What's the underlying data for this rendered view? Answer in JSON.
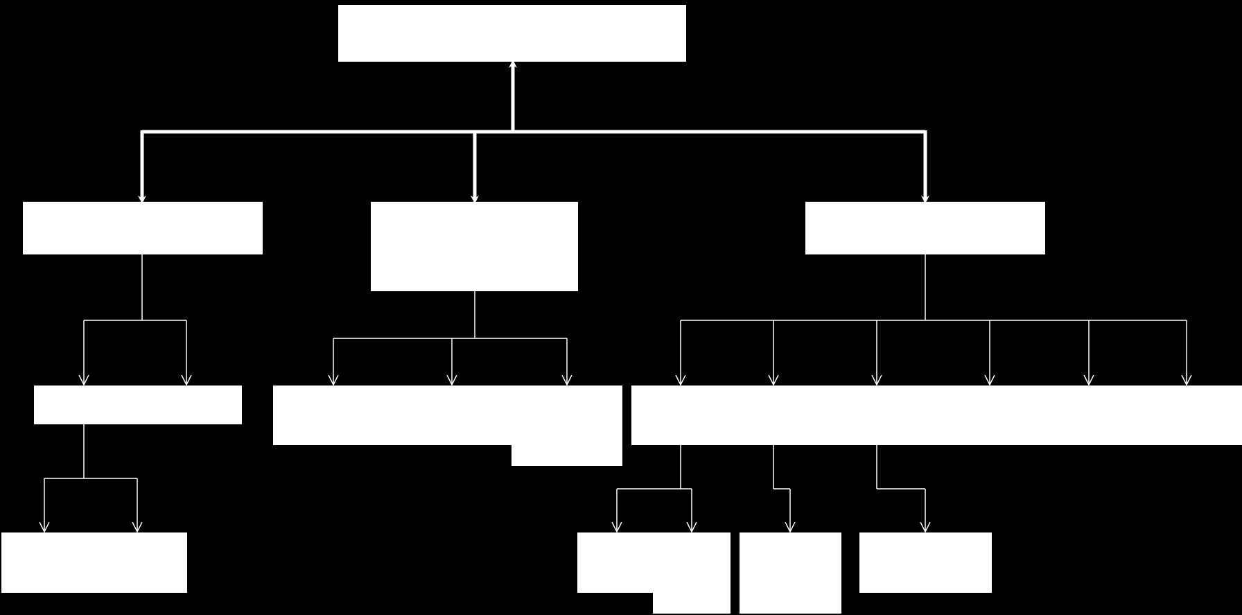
{
  "diagram": {
    "background": "#000000",
    "box_fill": "#ffffff",
    "connector_color": "#ffffff",
    "text_color": "#000000",
    "nodes": [
      {
        "id": "root",
        "level": 0,
        "lines": []
      },
      {
        "id": "branch-left",
        "level": 1,
        "lines": []
      },
      {
        "id": "branch-middle",
        "level": 1,
        "lines": []
      },
      {
        "id": "branch-right",
        "level": 1,
        "lines": []
      },
      {
        "id": "left-child",
        "level": 2,
        "lines": []
      },
      {
        "id": "middle-children",
        "level": 2,
        "lines": []
      },
      {
        "id": "right-children",
        "level": 2,
        "lines": []
      },
      {
        "id": "left-grandchild",
        "level": 3,
        "lines": []
      },
      {
        "id": "right-grandchild-a",
        "level": 3,
        "lines": []
      },
      {
        "id": "right-grandchild-b",
        "level": 3,
        "lines": []
      },
      {
        "id": "right-grandchild-c",
        "level": 3,
        "lines": []
      }
    ],
    "edges": [
      {
        "from": "root",
        "to": "branch-left",
        "direction": "up-arrow-at-root"
      },
      {
        "from": "root",
        "to": "branch-middle",
        "direction": "down"
      },
      {
        "from": "root",
        "to": "branch-right",
        "direction": "down"
      },
      {
        "from": "branch-left",
        "to": "left-child",
        "direction": "down"
      },
      {
        "from": "branch-middle",
        "to": "middle-children",
        "direction": "down"
      },
      {
        "from": "branch-right",
        "to": "right-children",
        "direction": "down"
      },
      {
        "from": "left-child",
        "to": "left-grandchild",
        "direction": "down"
      },
      {
        "from": "right-children",
        "to": "right-grandchild-a",
        "direction": "down"
      },
      {
        "from": "right-children",
        "to": "right-grandchild-b",
        "direction": "down"
      },
      {
        "from": "right-children",
        "to": "right-grandchild-c",
        "direction": "down"
      }
    ]
  }
}
